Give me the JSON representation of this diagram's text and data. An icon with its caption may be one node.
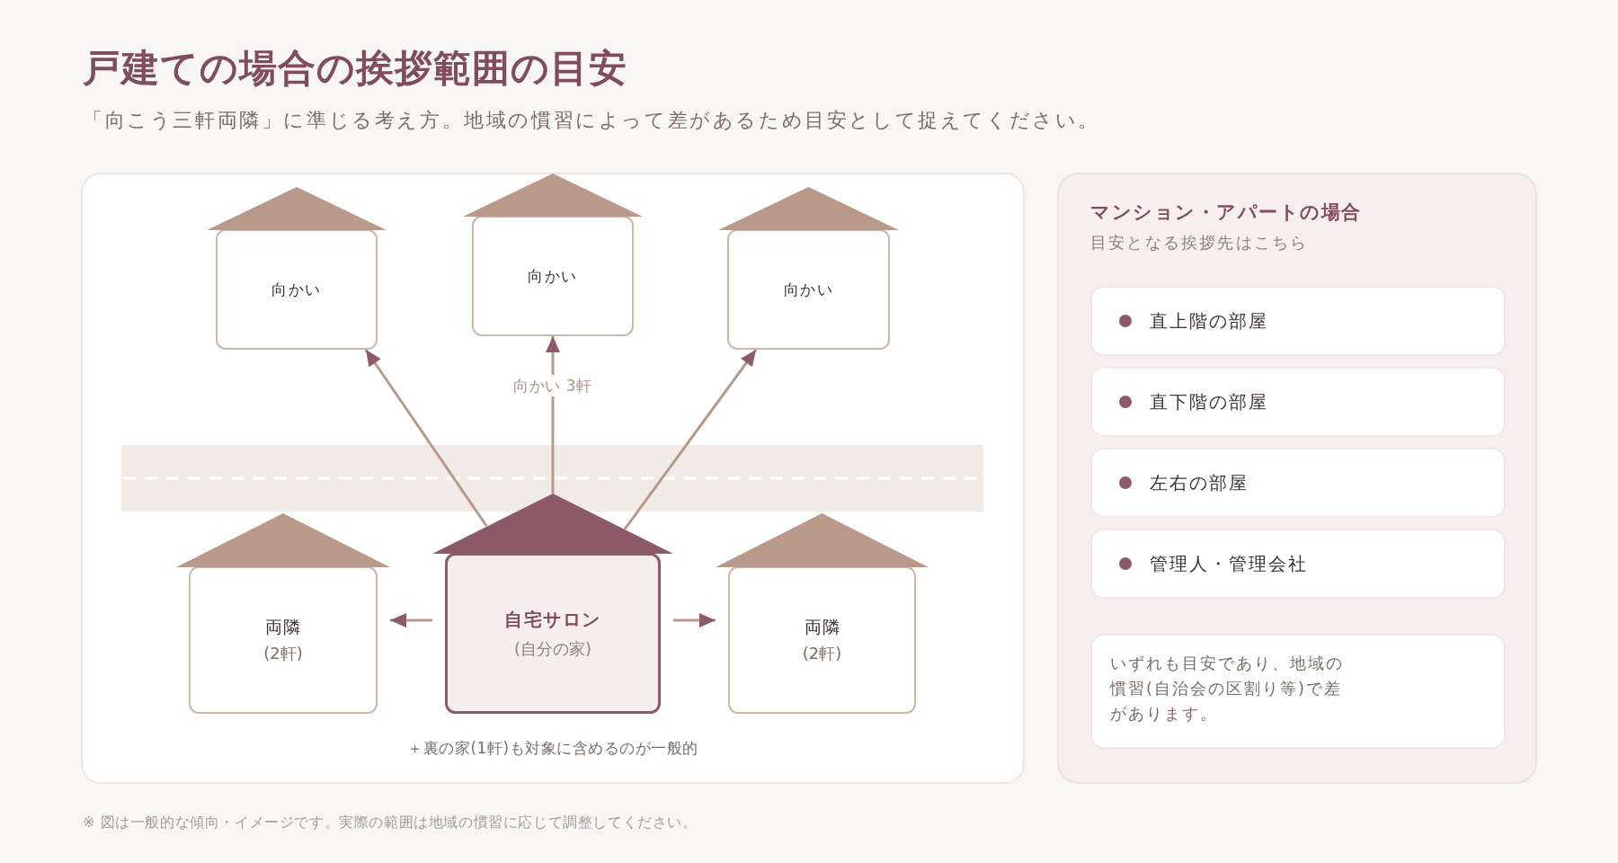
{
  "diagram": {
    "title": "戸建ての場合の挨拶範囲の目安",
    "caption": "※ 図は一般的な傾向・イメージです。実際の範囲は地域の慣習に応じて調整してください。",
    "nodes": [
      {
        "text": [
          "向かい"
        ]
      },
      {
        "text": [
          "向かい"
        ]
      },
      {
        "text": [
          "向かい"
        ]
      },
      {
        "text": [
          "両隣",
          "(2軒)"
        ]
      },
      {
        "text": [
          "自宅サロン",
          "(自分の家)"
        ]
      },
      {
        "text": [
          "両隣",
          "(2軒)"
        ]
      },
      {
        "text": [
          "マンション・アパートの場合",
          "目安となる挨拶先はこちら"
        ]
      },
      {
        "text": [
          "直上階の部屋"
        ],
        "in": 6
      },
      {
        "text": [
          "直下階の部屋"
        ],
        "in": 6
      },
      {
        "text": [
          "左右の部屋"
        ],
        "in": 6
      },
      {
        "text": [
          "管理人・管理会社"
        ],
        "in": 6
      },
      {
        "text": [
          "いずれも目安であり、地域の慣習(自治会の区割り等)で差があります。"
        ],
        "in": 6
      }
    ],
    "edges": [
      {
        "from": 4,
        "to": 0,
        "arrow": "to"
      },
      {
        "from": 4,
        "to": 1,
        "arrow": "to",
        "label": "向かい 3軒"
      },
      {
        "from": 4,
        "to": 2,
        "arrow": "to"
      },
      {
        "from": 4,
        "to": 3,
        "arrow": "to"
      },
      {
        "from": 4,
        "to": 5,
        "arrow": "to"
      }
    ],
    "labels": [
      "「向こう三軒両隣」に準じる考え方。地域の慣習によって差があるため目安として捉えてください。",
      "＋裏の家(1軒)も対象に含めるのが一般的"
    ]
  }
}
